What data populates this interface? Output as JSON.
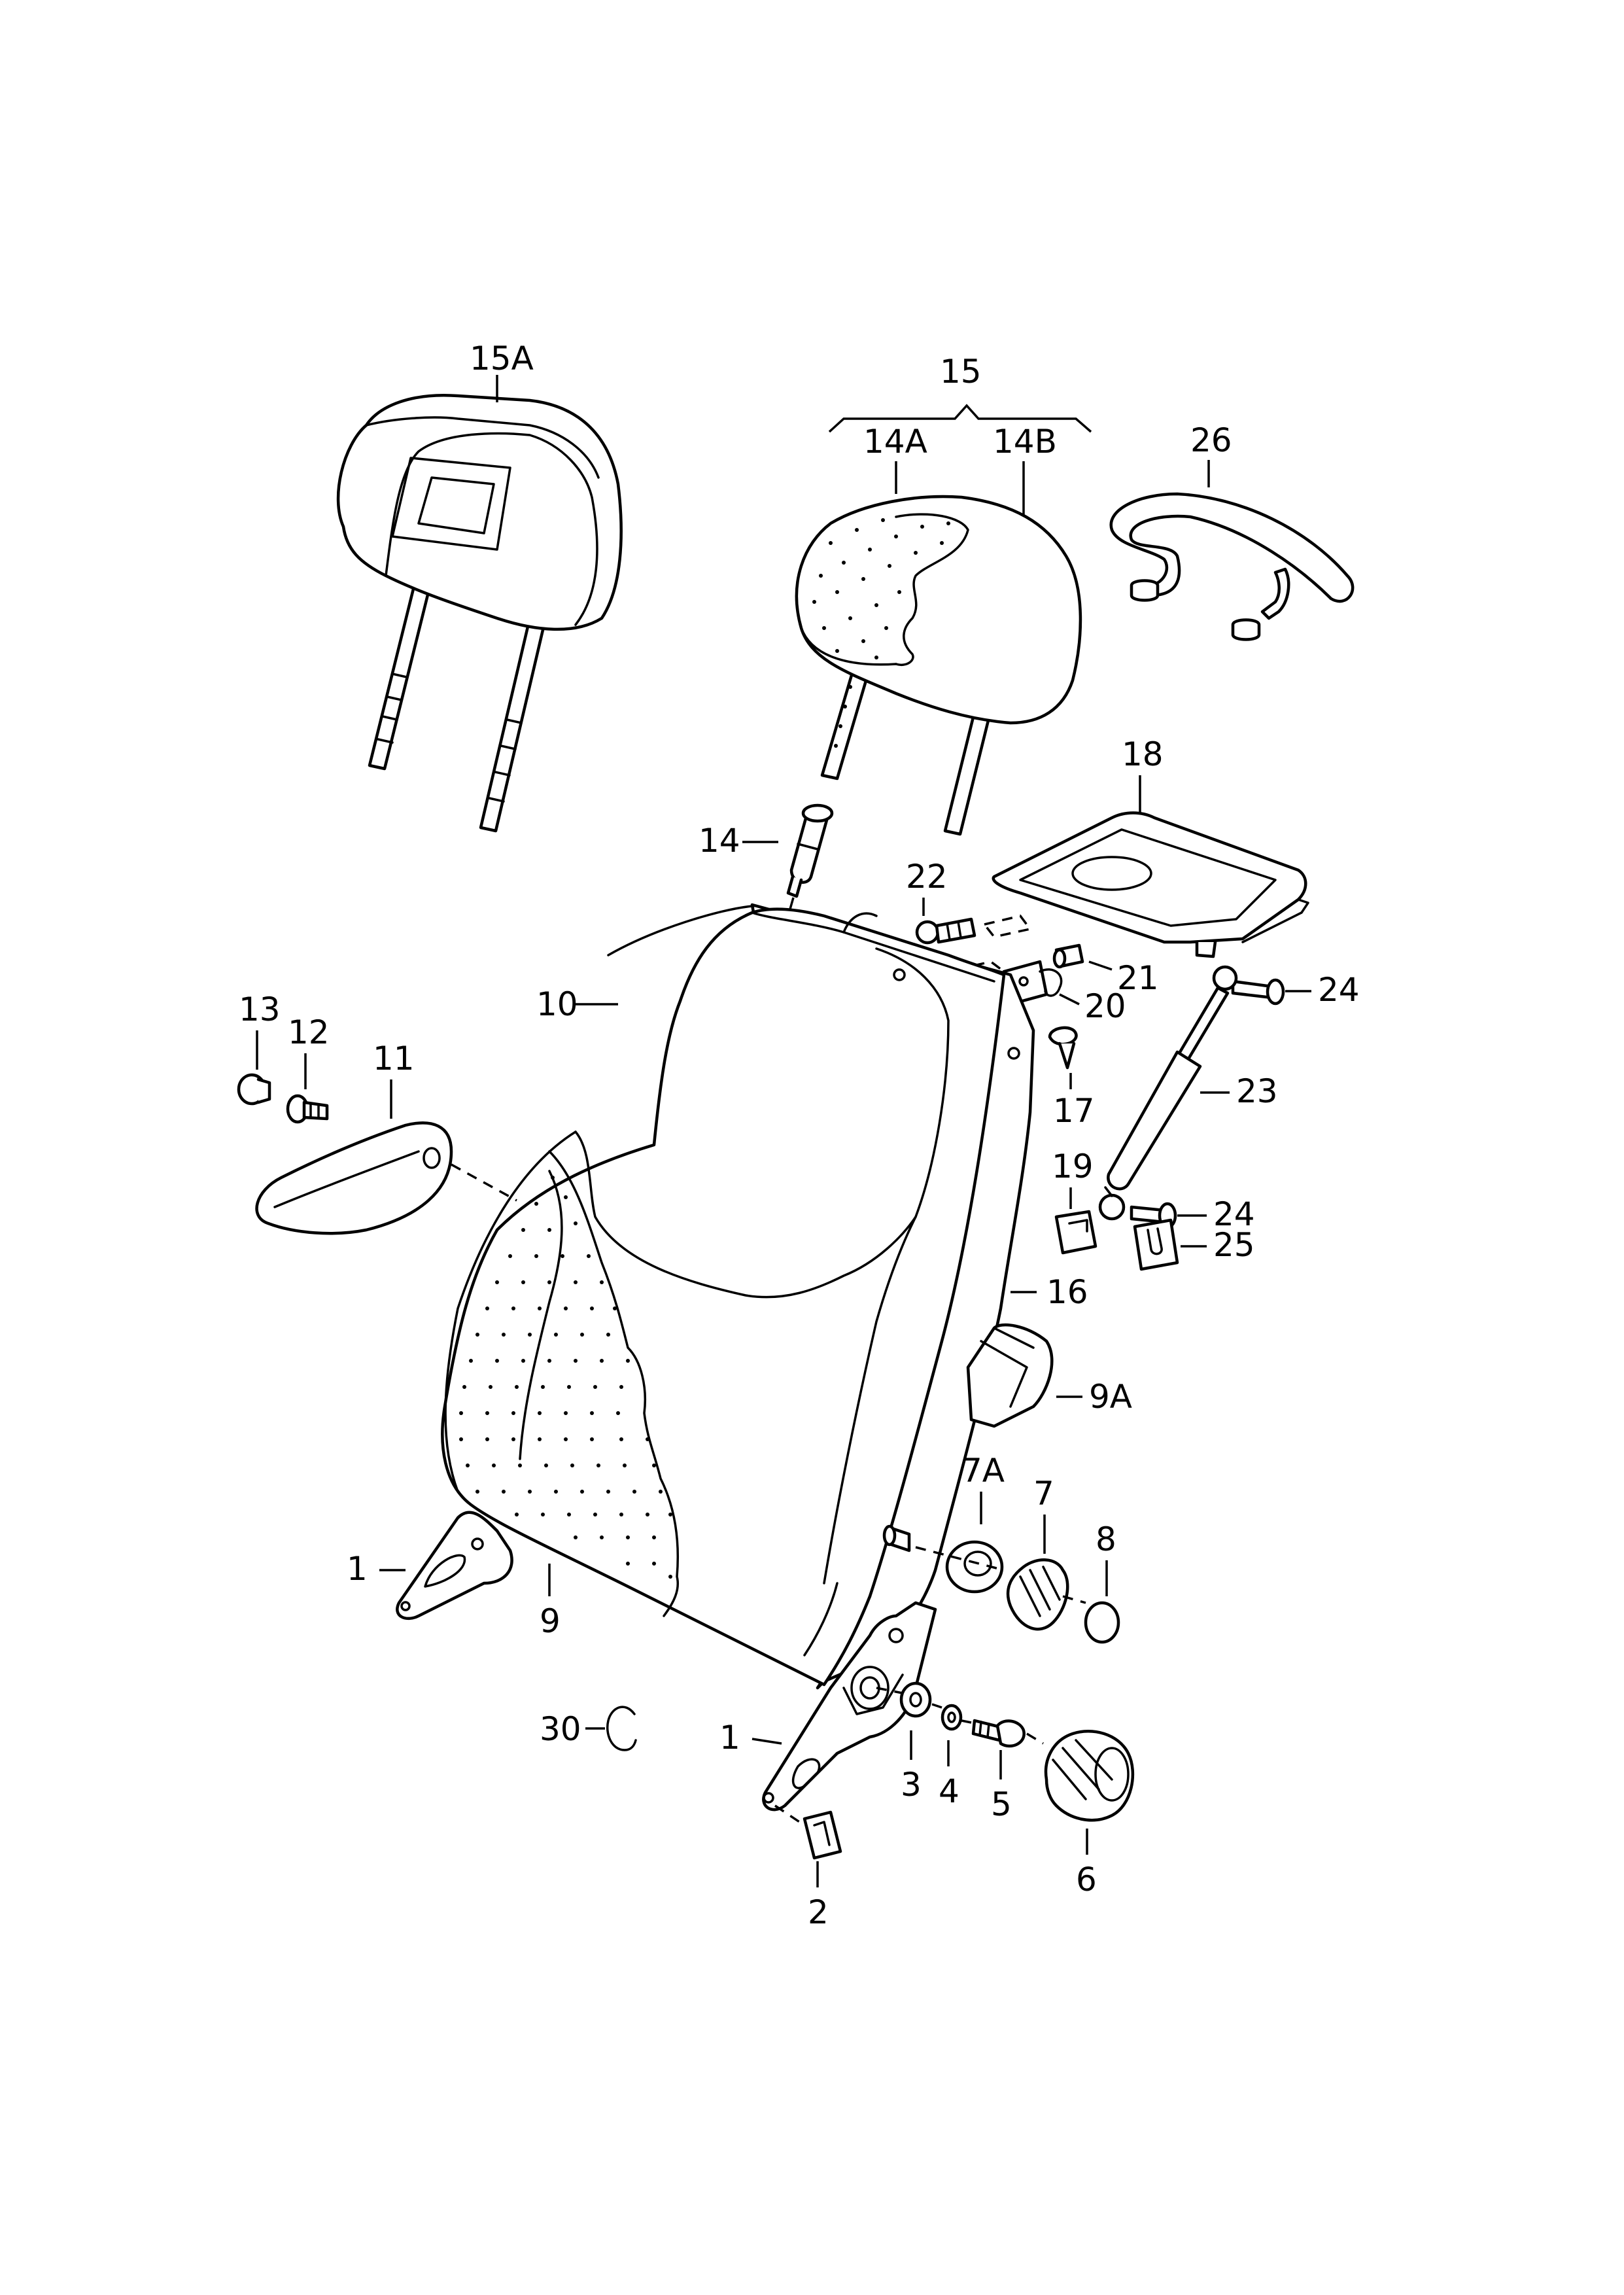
{
  "labels": {
    "l15a": "15A",
    "l15": "15",
    "l14a": "14A",
    "l14b": "14B",
    "l26": "26",
    "l18": "18",
    "l14": "14",
    "l22": "22",
    "l21": "21",
    "l20": "20",
    "l24a": "24",
    "l24b": "24",
    "l10": "10",
    "l13": "13",
    "l12": "12",
    "l11": "11",
    "l17": "17",
    "l23": "23",
    "l19": "19",
    "l25": "25",
    "l16": "16",
    "l9a": "9A",
    "l7a": "7A",
    "l7": "7",
    "l8": "8",
    "l1a": "1",
    "l1b": "1",
    "l9": "9",
    "l30": "30",
    "l3": "3",
    "l4": "4",
    "l5": "5",
    "l6": "6",
    "l2": "2"
  },
  "colors": {
    "line": "#000000",
    "background": "#ffffff"
  }
}
